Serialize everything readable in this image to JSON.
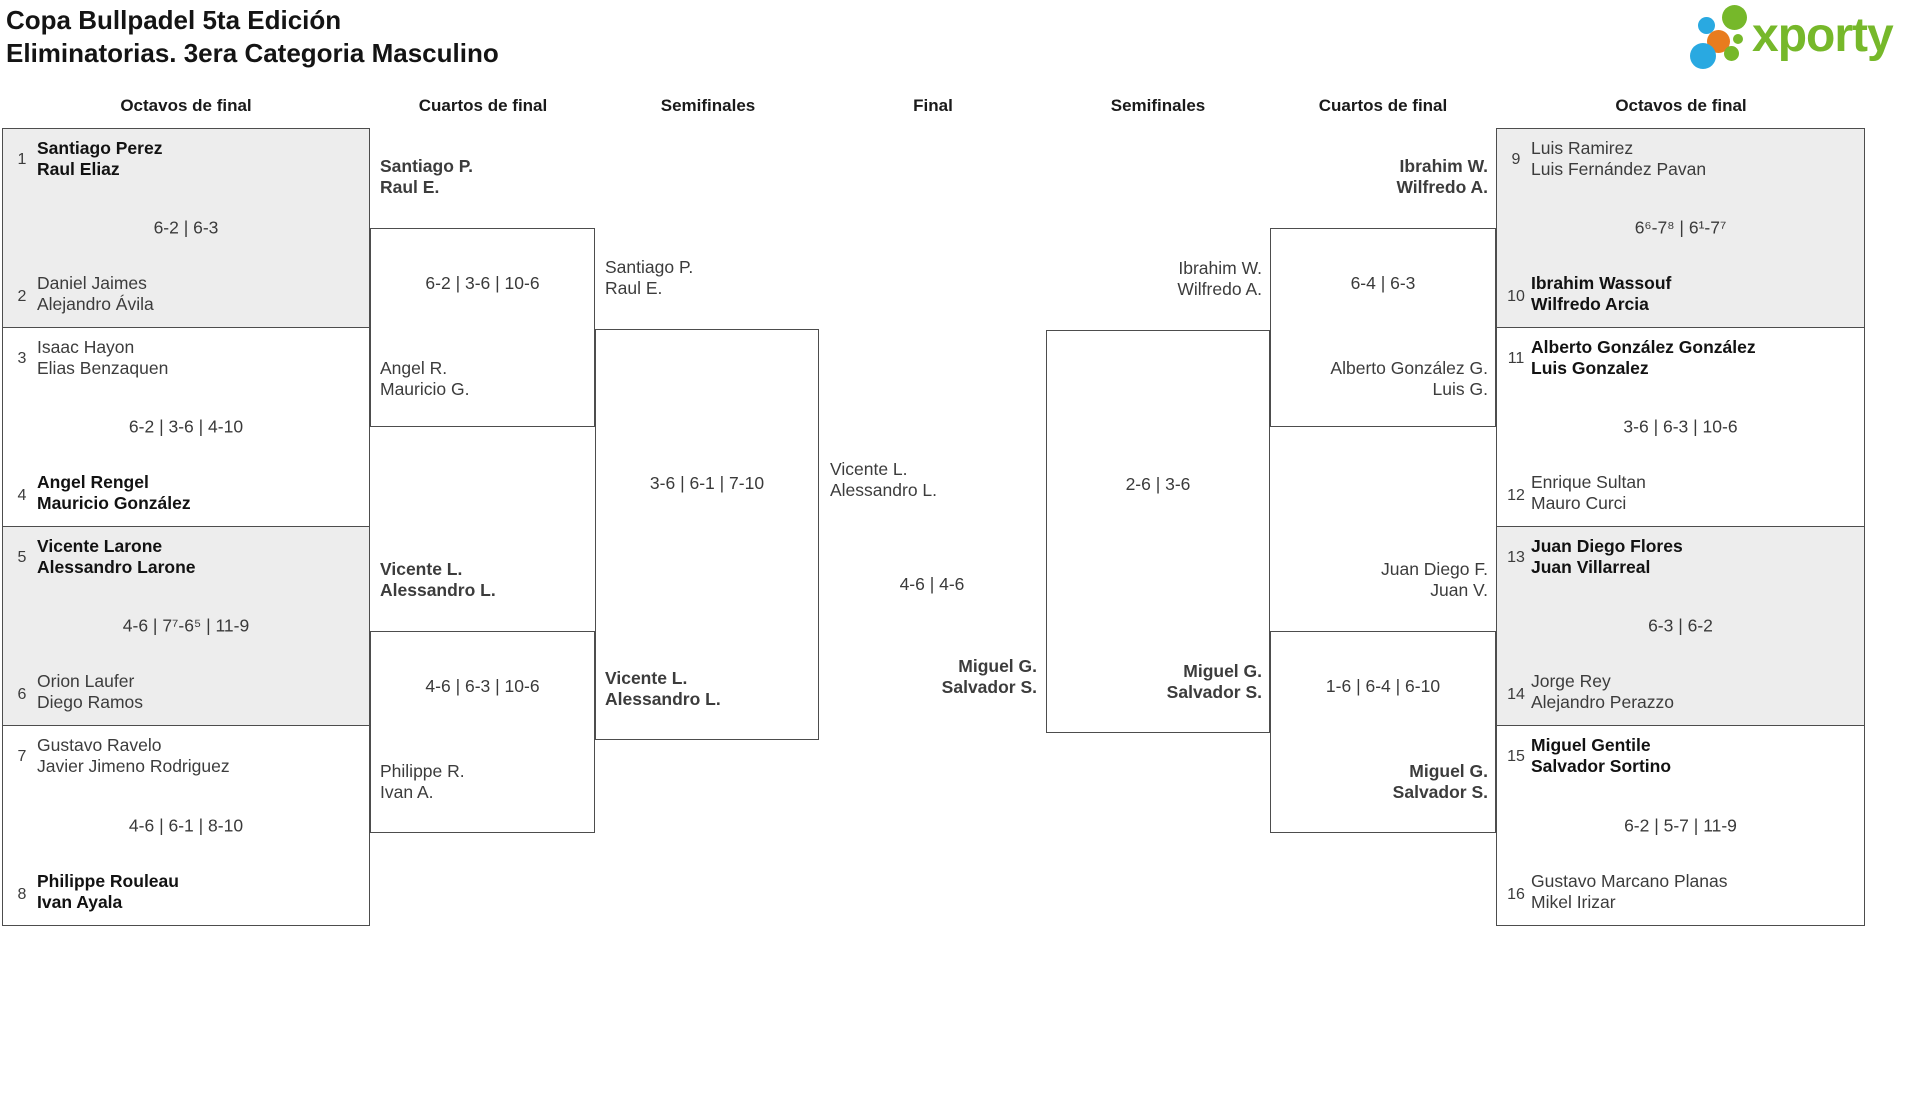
{
  "header": {
    "title_line1": "Copa Bullpadel 5ta Edición",
    "title_line2": "Eliminatorias. 3era Categoria Masculino",
    "logo_text": "xporty"
  },
  "colors": {
    "logo_green": "#76b82a",
    "logo_blue": "#29a9e1",
    "logo_orange": "#e87c1e",
    "box_fill": "#ededed",
    "line": "#4d4d4d"
  },
  "round_headers": [
    "Octavos de final",
    "Cuartos de final",
    "Semifinales",
    "Final",
    "Semifinales",
    "Cuartos de final",
    "Octavos de final"
  ],
  "octavos_left": [
    {
      "seed_top": "1",
      "team_top": [
        "Santiago Perez",
        "Raul Eliaz"
      ],
      "top_winner": true,
      "score": "6-2 | 6-3",
      "seed_bottom": "2",
      "team_bottom": [
        "Daniel Jaimes",
        "Alejandro Ávila"
      ],
      "bottom_winner": false
    },
    {
      "seed_top": "3",
      "team_top": [
        "Isaac Hayon",
        "Elias Benzaquen"
      ],
      "top_winner": false,
      "score": "6-2 | 3-6 | 4-10",
      "seed_bottom": "4",
      "team_bottom": [
        "Angel Rengel",
        "Mauricio González"
      ],
      "bottom_winner": true
    },
    {
      "seed_top": "5",
      "team_top": [
        "Vicente Larone",
        "Alessandro Larone"
      ],
      "top_winner": true,
      "score": "4-6 | 7⁷-6⁵ | 11-9",
      "seed_bottom": "6",
      "team_bottom": [
        "Orion Laufer",
        "Diego Ramos"
      ],
      "bottom_winner": false
    },
    {
      "seed_top": "7",
      "team_top": [
        "Gustavo Ravelo",
        "Javier Jimeno Rodriguez"
      ],
      "top_winner": false,
      "score": "4-6 | 6-1 | 8-10",
      "seed_bottom": "8",
      "team_bottom": [
        "Philippe Rouleau",
        "Ivan Ayala"
      ],
      "bottom_winner": true
    }
  ],
  "octavos_right": [
    {
      "seed_top": "9",
      "team_top": [
        "Luis Ramirez",
        "Luis Fernández Pavan"
      ],
      "top_winner": false,
      "score": "6⁶-7⁸ | 6¹-7⁷",
      "seed_bottom": "10",
      "team_bottom": [
        "Ibrahim Wassouf",
        "Wilfredo Arcia"
      ],
      "bottom_winner": true
    },
    {
      "seed_top": "11",
      "team_top": [
        "Alberto González González",
        "Luis Gonzalez"
      ],
      "top_winner": true,
      "score": "3-6 | 6-3 | 10-6",
      "seed_bottom": "12",
      "team_bottom": [
        "Enrique Sultan",
        "Mauro Curci"
      ],
      "bottom_winner": false
    },
    {
      "seed_top": "13",
      "team_top": [
        "Juan Diego Flores",
        "Juan Villarreal"
      ],
      "top_winner": true,
      "score": "6-3 | 6-2",
      "seed_bottom": "14",
      "team_bottom": [
        "Jorge Rey",
        "Alejandro Perazzo"
      ],
      "bottom_winner": false
    },
    {
      "seed_top": "15",
      "team_top": [
        "Miguel Gentile",
        "Salvador Sortino"
      ],
      "top_winner": true,
      "score": "6-2 | 5-7 | 11-9",
      "seed_bottom": "16",
      "team_bottom": [
        "Gustavo Marcano Planas",
        "Mikel Irizar"
      ],
      "bottom_winner": false
    }
  ],
  "cuartos_left": [
    {
      "team_top": [
        "Santiago P.",
        "Raul E."
      ],
      "top_winner": true,
      "score": "6-2 | 3-6 | 10-6",
      "team_bottom": [
        "Angel R.",
        "Mauricio G."
      ],
      "bottom_winner": false
    },
    {
      "team_top": [
        "Vicente L.",
        "Alessandro L."
      ],
      "top_winner": true,
      "score": "4-6 | 6-3 | 10-6",
      "team_bottom": [
        "Philippe R.",
        "Ivan A."
      ],
      "bottom_winner": false
    }
  ],
  "cuartos_right": [
    {
      "team_top": [
        "Ibrahim W.",
        "Wilfredo A."
      ],
      "top_winner": true,
      "score": "6-4 | 6-3",
      "team_bottom": [
        "Alberto González G.",
        "Luis G."
      ],
      "bottom_winner": false
    },
    {
      "team_top": [
        "Juan Diego F.",
        "Juan V."
      ],
      "top_winner": false,
      "score": "1-6 | 6-4 | 6-10",
      "team_bottom": [
        "Miguel G.",
        "Salvador S."
      ],
      "bottom_winner": true
    }
  ],
  "semifinal_left": {
    "team_top": [
      "Santiago P.",
      "Raul E."
    ],
    "top_winner": false,
    "score": "3-6 | 6-1 | 7-10",
    "team_bottom": [
      "Vicente L.",
      "Alessandro L."
    ],
    "bottom_winner": true
  },
  "semifinal_right": {
    "team_top": [
      "Ibrahim W.",
      "Wilfredo A."
    ],
    "top_winner": false,
    "score": "2-6 | 3-6",
    "team_bottom": [
      "Miguel G.",
      "Salvador S."
    ],
    "bottom_winner": true
  },
  "final": {
    "team_left": [
      "Vicente L.",
      "Alessandro L."
    ],
    "left_winner": false,
    "score": "4-6 | 4-6",
    "team_right": [
      "Miguel G.",
      "Salvador S."
    ],
    "right_winner": true
  }
}
